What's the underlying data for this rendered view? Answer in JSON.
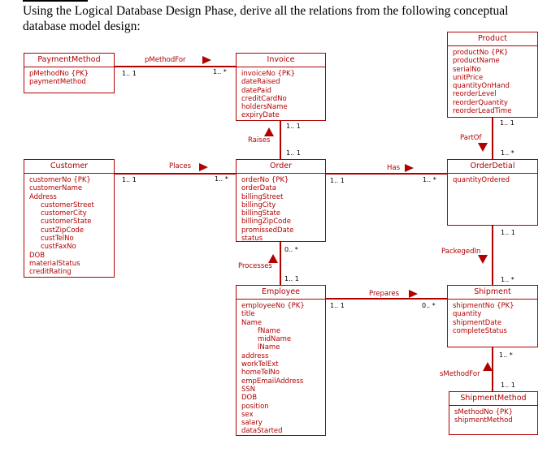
{
  "question": "Using the Logical Database Design Phase, derive all the relations from the following conceptual database model design:",
  "entities": {
    "payment_method": {
      "title": "PaymentMethod",
      "attrs": [
        "pMethodNo {PK}",
        "paymentMethod"
      ]
    },
    "invoice": {
      "title": "Invoice",
      "attrs": [
        "invoiceNo {PK}",
        "dateRaised",
        "datePaid",
        "creditCardNo",
        "holdersName",
        "expiryDate"
      ]
    },
    "product": {
      "title": "Product",
      "attrs": [
        "productNo {PK}",
        "productName",
        "serialNo",
        "unitPrice",
        "quantityOnHand",
        "reorderLevel",
        "reorderQuantity",
        "reorderLeadTime"
      ]
    },
    "customer": {
      "title": "Customer",
      "attrs": [
        "customerNo {PK}",
        "customerName",
        "Address",
        "customerStreet",
        "customerCity",
        "customerState",
        "custZipCode",
        "custTelNo",
        "custFaxNo",
        "DOB",
        "materialStatus",
        "creditRating"
      ]
    },
    "order": {
      "title": "Order",
      "attrs": [
        "orderNo {PK}",
        "orderData",
        "billingStreet",
        "billingCity",
        "billingState",
        "billingZipCode",
        "promissedDate",
        "status"
      ]
    },
    "order_detail": {
      "title": "OrderDetial",
      "attrs": [
        "quantityOrdered"
      ]
    },
    "employee": {
      "title": "Employee",
      "attrs": [
        "employeeNo {PK}",
        "title",
        "Name",
        "fName",
        "midName",
        "lName",
        "address",
        "workTelExt",
        "homeTelNo",
        "empEmailAddress",
        "SSN",
        "DOB",
        "position",
        "sex",
        "salary",
        "dataStarted"
      ]
    },
    "shipment": {
      "title": "Shipment",
      "attrs": [
        "shipmentNo {PK}",
        "quantity",
        "shipmentDate",
        "completeStatus"
      ]
    },
    "shipment_method": {
      "title": "ShipmentMethod",
      "attrs": [
        "sMethodNo {PK}",
        "shipmentMethod"
      ]
    }
  },
  "relationships": {
    "pmethodfor": "pMethodFor",
    "raises": "Raises",
    "partof": "PartOf",
    "places": "Places",
    "has": "Has",
    "processes": "Processes",
    "packegedin": "PackegedIn",
    "prepares": "Prepares",
    "smethodfor": "sMethodFor"
  },
  "multiplicities": {
    "pm_1": "1.. 1",
    "inv_star": "1.. *",
    "inv_raises": "1.. 1",
    "ord_raises": "1.. 1",
    "prod_partof": "1.. 1",
    "od_partof": "1.. *",
    "cust_places": "1.. 1",
    "ord_places": "1.. *",
    "ord_has": "1.. 1",
    "od_has": "1.. *",
    "ord_processes": "0.. *",
    "emp_processes": "1.. 1",
    "od_packeged": "1.. 1",
    "ship_packeged": "1.. *",
    "emp_prepares": "1.. 1",
    "ship_prepares": "0.. *",
    "ship_smethod": "1.. *",
    "sm_smethod": "1.. 1"
  }
}
